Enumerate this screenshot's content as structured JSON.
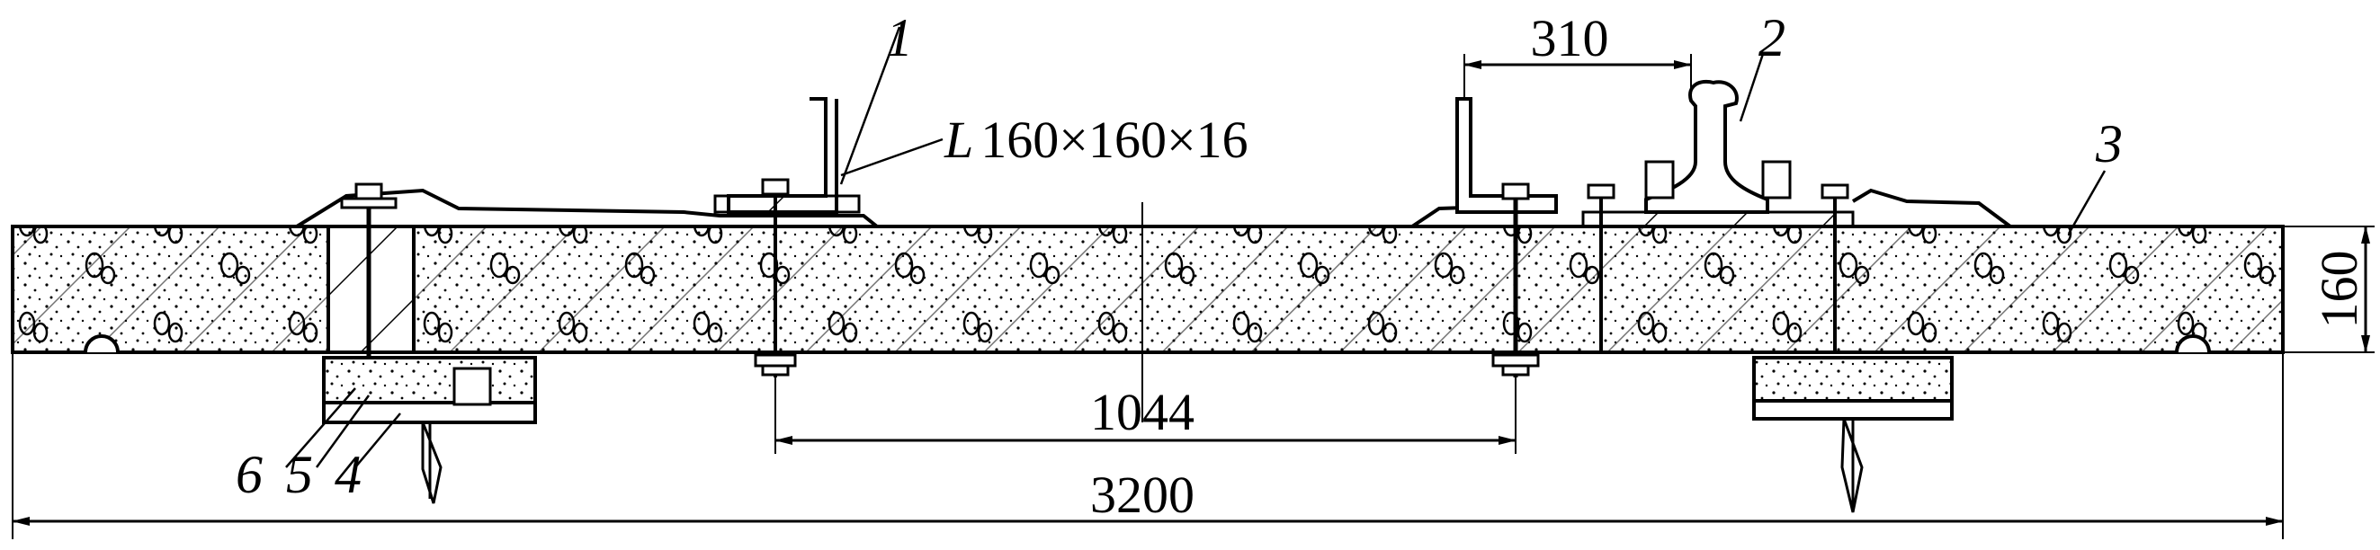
{
  "drawing": {
    "callouts": {
      "n1": "1",
      "n2": "2",
      "n3": "3",
      "n4": "4",
      "n5": "5",
      "n6": "6"
    },
    "angle_prefix": "L",
    "angle_spec": "160×160×16",
    "dimensions": {
      "gauge": "310",
      "bolt_spacing": "1044",
      "overall_length": "3200",
      "thickness": "160"
    }
  },
  "colors": {
    "line": "#000000",
    "background": "#ffffff"
  }
}
